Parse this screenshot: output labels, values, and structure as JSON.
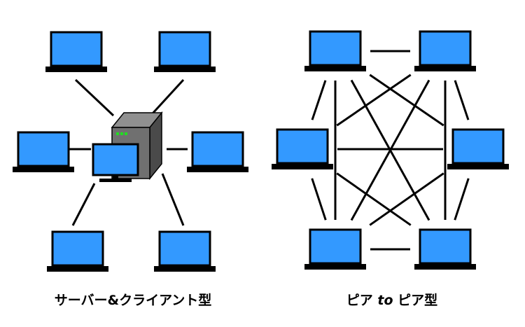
{
  "diagrams": [
    {
      "type": "client-server",
      "caption": "サーバー&クライアント型",
      "node_count": 6,
      "has_server": true
    },
    {
      "type": "peer-to-peer",
      "caption_parts": [
        "ピア ",
        "to",
        " ピア型"
      ],
      "node_count": 6,
      "fully_connected": true
    }
  ],
  "colors": {
    "screen": "#3399ff",
    "outline": "#000000",
    "server_body": "#707070",
    "server_led": "#22dd22"
  }
}
